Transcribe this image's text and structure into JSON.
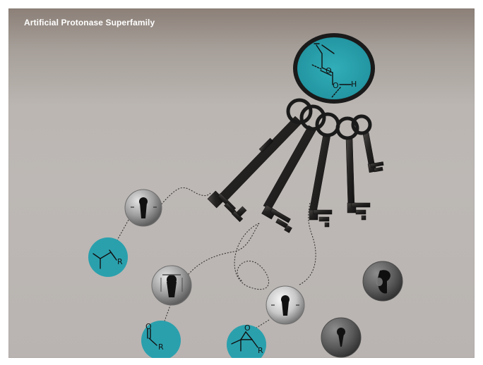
{
  "title": "Artificial Protonase Superfamily",
  "colors": {
    "background_top": "#8c8078",
    "background_bottom": "#b9b4b1",
    "accent": "#2aa0ad",
    "key_metal": "#2a2826",
    "line": "#1b1b1b"
  },
  "labels": {
    "oxygen": "O",
    "hydrogen": "H",
    "r": "R"
  },
  "icons": {
    "key_ring": "key-ring-icon",
    "keys": [
      "key-1-icon",
      "key-2-icon",
      "key-3-icon",
      "key-4-icon",
      "key-5-icon"
    ],
    "keyholes": [
      "keyhole-1-icon",
      "keyhole-2-icon",
      "keyhole-3-icon",
      "keyhole-4-icon",
      "keyhole-5-icon"
    ],
    "molecules": [
      "alkene-molecule-icon",
      "aldehyde-molecule-icon",
      "epoxide-molecule-icon"
    ]
  }
}
